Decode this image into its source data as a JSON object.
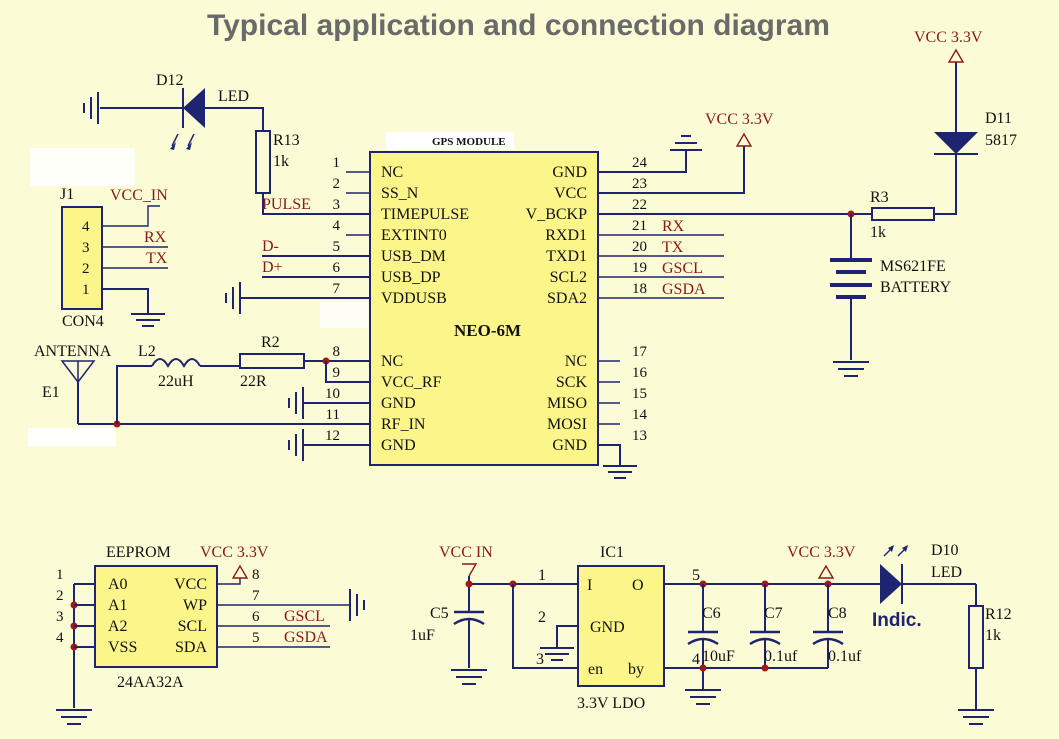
{
  "title": "Typical application and connection diagram",
  "gps": {
    "header": "GPS MODULE",
    "name": "NEO-6M",
    "left_pins": [
      {
        "num": "1",
        "name": "NC"
      },
      {
        "num": "2",
        "name": "SS_N"
      },
      {
        "num": "3",
        "name": "TIMEPULSE"
      },
      {
        "num": "4",
        "name": "EXTINT0"
      },
      {
        "num": "5",
        "name": "USB_DM"
      },
      {
        "num": "6",
        "name": "USB_DP"
      },
      {
        "num": "7",
        "name": "VDDUSB"
      },
      {
        "num": "8",
        "name": "NC"
      },
      {
        "num": "9",
        "name": "VCC_RF"
      },
      {
        "num": "10",
        "name": "GND"
      },
      {
        "num": "11",
        "name": "RF_IN"
      },
      {
        "num": "12",
        "name": "GND"
      }
    ],
    "right_pins": [
      {
        "num": "24",
        "name": "GND"
      },
      {
        "num": "23",
        "name": "VCC"
      },
      {
        "num": "22",
        "name": "V_BCKP"
      },
      {
        "num": "21",
        "name": "RXD1"
      },
      {
        "num": "20",
        "name": "TXD1"
      },
      {
        "num": "19",
        "name": "SCL2"
      },
      {
        "num": "18",
        "name": "SDA2"
      },
      {
        "num": "17",
        "name": "NC"
      },
      {
        "num": "16",
        "name": "SCK"
      },
      {
        "num": "15",
        "name": "MISO"
      },
      {
        "num": "14",
        "name": "MOSI"
      },
      {
        "num": "13",
        "name": "GND"
      }
    ],
    "right_nets": [
      "RX",
      "TX",
      "GSCL",
      "GSDA"
    ],
    "left_nets": [
      "PULSE",
      "D-",
      "D+"
    ]
  },
  "led": {
    "ref": "D12",
    "label": "LED",
    "res_ref": "R13",
    "res_val": "1k"
  },
  "connector": {
    "ref": "J1",
    "name": "CON4",
    "pins": [
      "4",
      "3",
      "2",
      "1"
    ],
    "vcc": "VCC_IN",
    "rx": "RX",
    "tx": "TX"
  },
  "antenna": {
    "label": "ANTENNA",
    "ref": "E1",
    "l_ref": "L2",
    "l_val": "22uH",
    "r_ref": "R2",
    "r_val": "22R"
  },
  "backup": {
    "vcc": "VCC  3.3V",
    "vcc_top": "VCC  3.3V",
    "diode_ref": "D11",
    "diode_val": "5817",
    "r_ref": "R3",
    "r_val": "1k",
    "battery_name": "MS621FE",
    "battery_label": "BATTERY"
  },
  "eeprom": {
    "title": "EEPROM",
    "part": "24AA32A",
    "vcc": "VCC  3.3V",
    "left_pins": [
      {
        "num": "1",
        "name": "A0"
      },
      {
        "num": "2",
        "name": "A1"
      },
      {
        "num": "3",
        "name": "A2"
      },
      {
        "num": "4",
        "name": "VSS"
      }
    ],
    "right_pins": [
      {
        "num": "8",
        "name": "VCC"
      },
      {
        "num": "7",
        "name": "WP"
      },
      {
        "num": "6",
        "name": "SCL"
      },
      {
        "num": "5",
        "name": "SDA"
      }
    ],
    "nets": [
      "GSCL",
      "GSDA"
    ]
  },
  "ldo": {
    "ref": "IC1",
    "desc": "3.3V  LDO",
    "vin": "VCC  IN",
    "vout": "VCC  3.3V",
    "pins": {
      "i": "I",
      "o": "O",
      "gnd": "GND",
      "en": "en",
      "by": "by"
    },
    "pin_nums": [
      "1",
      "2",
      "3",
      "4",
      "5"
    ],
    "caps": [
      {
        "ref": "C5",
        "val": "1uF"
      },
      {
        "ref": "C6",
        "val": "10uF"
      },
      {
        "ref": "C7",
        "val": "0.1uf"
      },
      {
        "ref": "C8",
        "val": "0.1uf"
      }
    ]
  },
  "indicator": {
    "ref": "D10",
    "label": "LED",
    "text": "Indic.",
    "r_ref": "R12",
    "r_val": "1k"
  }
}
